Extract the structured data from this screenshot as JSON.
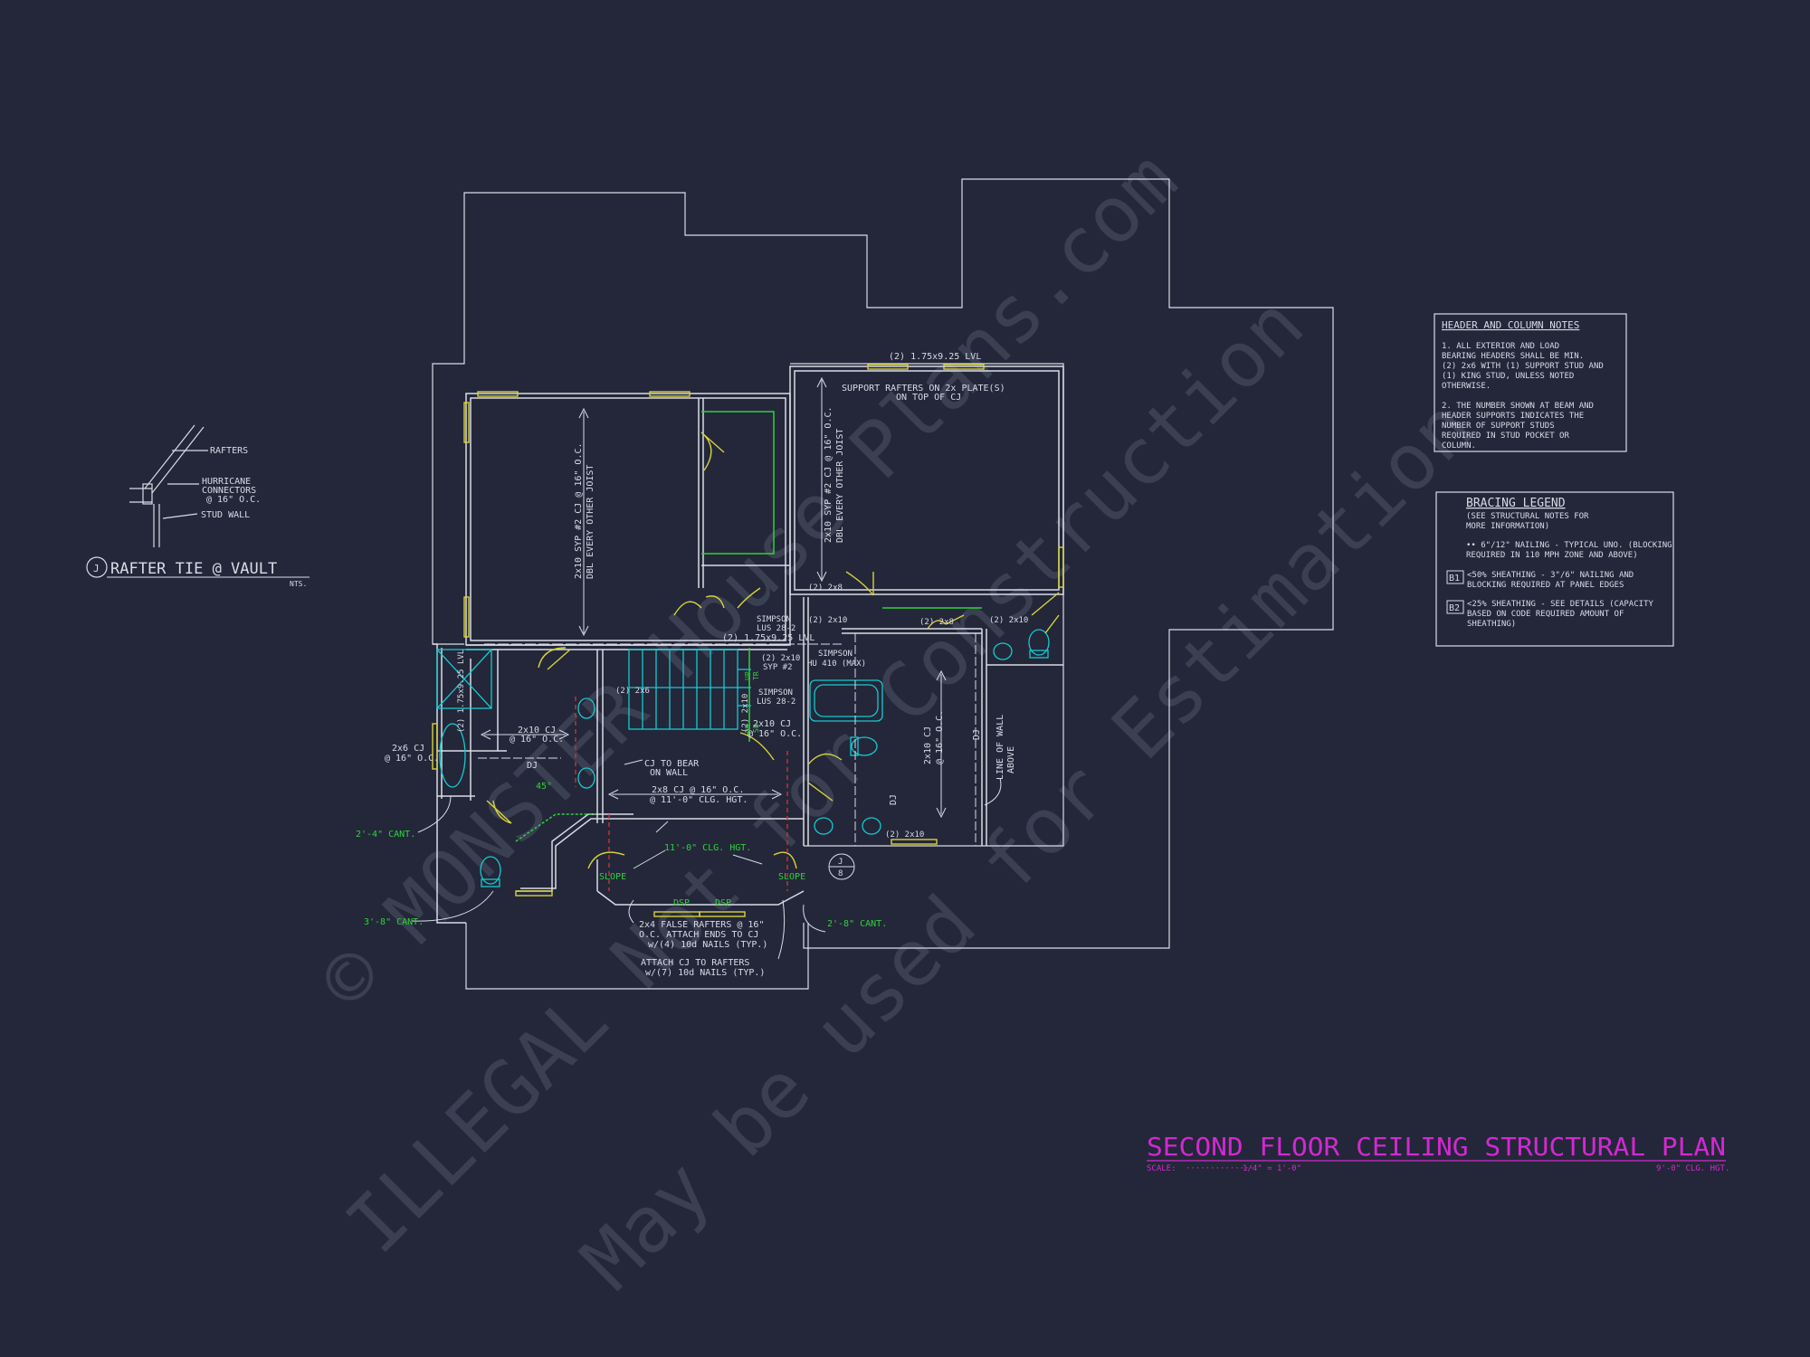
{
  "title": {
    "main": "SECOND FLOOR CEILING STRUCTURAL PLAN",
    "scale_label": "SCALE:",
    "scale_dots": "··············",
    "scale_value": "1/4\" = 1'-0\"",
    "ceiling": "9'-0\" CLG. HGT."
  },
  "watermark": {
    "line1": "© MONSTER House Plans.com",
    "line2": "ILLEGAL Not for Construction",
    "line3": "May be used for Estimation"
  },
  "header_notes": {
    "title": "HEADER AND COLUMN NOTES",
    "n1": [
      "1. ALL EXTERIOR AND LOAD",
      "BEARING HEADERS SHALL BE MIN.",
      "(2) 2x6 WITH (1) SUPPORT STUD AND",
      "(1) KING STUD, UNLESS NOTED",
      "OTHERWISE."
    ],
    "n2": [
      "2. THE NUMBER SHOWN AT BEAM AND",
      "HEADER SUPPORTS INDICATES THE",
      "NUMBER OF SUPPORT STUDS",
      "REQUIRED IN STUD POCKET OR",
      "COLUMN."
    ]
  },
  "bracing": {
    "title": "BRACING LEGEND",
    "sub": [
      "(SEE STRUCTURAL NOTES FOR",
      "MORE INFORMATION)"
    ],
    "nailing": [
      "•• 6\"/12\" NAILING - TYPICAL UNO. (BLOCKING",
      "REQUIRED IN 110 MPH ZONE AND ABOVE)"
    ],
    "b1_tag": "B1",
    "b1": [
      "<50% SHEATHING - 3\"/6\" NAILING AND",
      "BLOCKING REQUIRED AT PANEL EDGES"
    ],
    "b2_tag": "B2",
    "b2": [
      "<25% SHEATHING - SEE DETAILS (CAPACITY",
      "BASED ON CODE REQUIRED AMOUNT OF",
      "SHEATHING)"
    ]
  },
  "detail": {
    "rafters": "RAFTERS",
    "hurricane": [
      "HURRICANE",
      "CONNECTORS",
      "@ 16\" O.C."
    ],
    "stud": "STUD WALL",
    "tag": "J",
    "title": "RAFTER TIE @ VAULT",
    "nts": "NTS."
  },
  "labels": {
    "lvl_top": "(2) 1.75x9.25 LVL",
    "support_rafters": [
      "SUPPORT RAFTERS ON 2x PLATE(S)",
      "ON TOP OF CJ"
    ],
    "cj_left": [
      "2x10 SYP #2 CJ @ 16\" O.C.",
      "DBL EVERY OTHER JOIST"
    ],
    "cj_right": [
      "2x10 SYP #2 CJ @ 16\" O.C.",
      "DBL EVERY OTHER JOIST"
    ],
    "simpson_lus_top": [
      "SIMPSON",
      "LUS 28-2"
    ],
    "lvl_mid": "(2) 1.75x9.25 LVL",
    "h_2x8_a": "(2) 2x8",
    "h_2x10_a": "(2) 2x10",
    "h_2x8_b": "(2) 2x8",
    "h_2x10_b": "(2) 2x10",
    "syp": [
      "(2) 2x10",
      "SYP #2"
    ],
    "simpson_hu": [
      "SIMPSON",
      "HU 410 (MAX)"
    ],
    "simpson_lus_mid": [
      "SIMPSON",
      "LUS 28-2"
    ],
    "h_2x6": "(2) 2x6",
    "v_2x10": "(2) 2x10",
    "cj_2x10_mid": [
      "2x10 CJ",
      "@ 16\" O.C."
    ],
    "lvl_left": "(2) 1.75x9.25 LVL",
    "cj_2x10_left": [
      "2x10 CJ",
      "@ 16\" O.C."
    ],
    "cj_2x6": [
      "2x6 CJ",
      "@ 16\" O.C."
    ],
    "dj": "DJ",
    "dj_right": "DJ",
    "dj_mid": "DJ",
    "cj_bear": [
      "CJ TO BEAR",
      "ON WALL"
    ],
    "cj_2x8": [
      "2x8 CJ @ 16\" O.C.",
      "@ 11'-0\" CLG. HGT."
    ],
    "cj_right_small": [
      "2x10 CJ",
      "@ 16\" O.C."
    ],
    "line_of_wall": [
      "LINE OF WALL",
      "ABOVE"
    ],
    "deg45": "45°",
    "clg11": "11'-0\" CLG. HGT.",
    "slope1": "SLOPE",
    "slope2": "SLOPE",
    "dsp1": "DSP",
    "dsp2": "DSP",
    "h_2x10_bottom": "(2) 2x10",
    "cant1": "2'-4\" CANT.",
    "cant2": "3'-8\" CANT.",
    "cant3": "2'-8\" CANT.",
    "false_rafters": [
      "2x4 FALSE RAFTERS @ 16\"",
      "O.C.  ATTACH ENDS TO CJ",
      "w/(4) 10d NAILS (TYP.)"
    ],
    "attach_cj": [
      "ATTACH CJ TO RAFTERS",
      "w/(7) 10d NAILS (TYP.)"
    ],
    "callout_top": "J",
    "callout_bottom": "8",
    "up": "UP",
    "dn": "DN",
    "tr": "TR",
    "sb": "SB"
  },
  "colors": {
    "background": "#232739",
    "line": "#d9dbe6",
    "green": "#30d23a",
    "cyan": "#17c9d0",
    "yellow": "#d8d23b",
    "magenta": "#d328d2",
    "red": "#d83535"
  }
}
